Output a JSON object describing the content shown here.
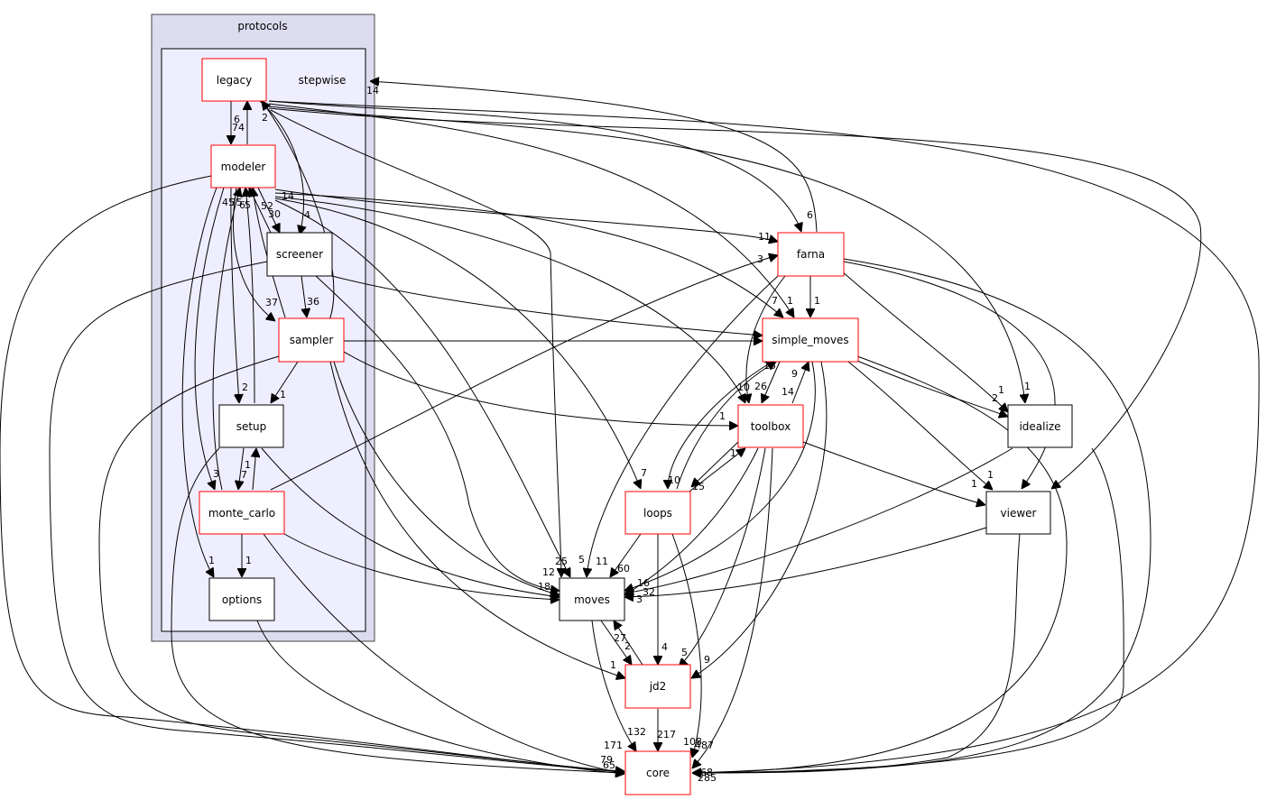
{
  "clusters": {
    "outer": {
      "label": "protocols"
    }
  },
  "nodes": {
    "legacy": {
      "label": "legacy",
      "border": "#ff0000"
    },
    "stepwise": {
      "label": "stepwise",
      "border": "none"
    },
    "modeler": {
      "label": "modeler",
      "border": "#ff0000"
    },
    "screener": {
      "label": "screener",
      "border": "#000000"
    },
    "sampler": {
      "label": "sampler",
      "border": "#ff0000"
    },
    "setup": {
      "label": "setup",
      "border": "#000000"
    },
    "monte_carlo": {
      "label": "monte_carlo",
      "border": "#ff0000"
    },
    "options": {
      "label": "options",
      "border": "#000000"
    },
    "farna": {
      "label": "farna",
      "border": "#ff0000"
    },
    "simple_moves": {
      "label": "simple_moves",
      "border": "#ff0000"
    },
    "toolbox": {
      "label": "toolbox",
      "border": "#ff0000"
    },
    "idealize": {
      "label": "idealize",
      "border": "#000000"
    },
    "loops": {
      "label": "loops",
      "border": "#ff0000"
    },
    "viewer": {
      "label": "viewer",
      "border": "#000000"
    },
    "moves": {
      "label": "moves",
      "border": "#000000"
    },
    "jd2": {
      "label": "jd2",
      "border": "#ff0000"
    },
    "core": {
      "label": "core",
      "border": "#ff0000"
    }
  },
  "edge_labels": [
    {
      "id": "l1",
      "text": "14"
    },
    {
      "id": "l2",
      "text": "6"
    },
    {
      "id": "l3",
      "text": "74"
    },
    {
      "id": "l4",
      "text": "2"
    },
    {
      "id": "l5",
      "text": "4"
    },
    {
      "id": "l6",
      "text": "14"
    },
    {
      "id": "l7",
      "text": "6"
    },
    {
      "id": "l8",
      "text": "11"
    },
    {
      "id": "l9",
      "text": "3"
    },
    {
      "id": "l10",
      "text": "7"
    },
    {
      "id": "l11",
      "text": "1"
    },
    {
      "id": "l12",
      "text": "1"
    },
    {
      "id": "l13",
      "text": "1"
    },
    {
      "id": "l14",
      "text": "2"
    },
    {
      "id": "l15",
      "text": "1"
    },
    {
      "id": "l16",
      "text": "45"
    },
    {
      "id": "l17",
      "text": "75"
    },
    {
      "id": "l18",
      "text": "6"
    },
    {
      "id": "l19",
      "text": "5"
    },
    {
      "id": "l20",
      "text": "52"
    },
    {
      "id": "l21",
      "text": "30"
    },
    {
      "id": "l22",
      "text": "37"
    },
    {
      "id": "l23",
      "text": "36"
    },
    {
      "id": "l24",
      "text": "2"
    },
    {
      "id": "l25",
      "text": "1"
    },
    {
      "id": "l26",
      "text": "1"
    },
    {
      "id": "l27",
      "text": "7"
    },
    {
      "id": "l28",
      "text": "3"
    },
    {
      "id": "l29",
      "text": "1"
    },
    {
      "id": "l30",
      "text": "1"
    },
    {
      "id": "l31",
      "text": "15"
    },
    {
      "id": "l32",
      "text": "9"
    },
    {
      "id": "l33",
      "text": "10"
    },
    {
      "id": "l34",
      "text": "26"
    },
    {
      "id": "l35",
      "text": "14"
    },
    {
      "id": "l36",
      "text": "1"
    },
    {
      "id": "l37",
      "text": "10"
    },
    {
      "id": "l38",
      "text": "15"
    },
    {
      "id": "l39",
      "text": "7"
    },
    {
      "id": "l40",
      "text": "1"
    },
    {
      "id": "l41",
      "text": "1"
    },
    {
      "id": "l42",
      "text": "1"
    },
    {
      "id": "l43",
      "text": "25"
    },
    {
      "id": "l44",
      "text": "5"
    },
    {
      "id": "l45",
      "text": "11"
    },
    {
      "id": "l46",
      "text": "60"
    },
    {
      "id": "l47",
      "text": "12"
    },
    {
      "id": "l48",
      "text": "18"
    },
    {
      "id": "l49",
      "text": "16"
    },
    {
      "id": "l50",
      "text": "32"
    },
    {
      "id": "l51",
      "text": "3"
    },
    {
      "id": "l52",
      "text": "27"
    },
    {
      "id": "l53",
      "text": "2"
    },
    {
      "id": "l54",
      "text": "4"
    },
    {
      "id": "l55",
      "text": "5"
    },
    {
      "id": "l56",
      "text": "1"
    },
    {
      "id": "l57",
      "text": "9"
    },
    {
      "id": "l58",
      "text": "132"
    },
    {
      "id": "l59",
      "text": "217"
    },
    {
      "id": "l60",
      "text": "108"
    },
    {
      "id": "l61",
      "text": "487"
    },
    {
      "id": "l62",
      "text": "171"
    },
    {
      "id": "l63",
      "text": "79"
    },
    {
      "id": "l64",
      "text": "65"
    },
    {
      "id": "l65",
      "text": "285"
    },
    {
      "id": "l66",
      "text": "68"
    }
  ]
}
